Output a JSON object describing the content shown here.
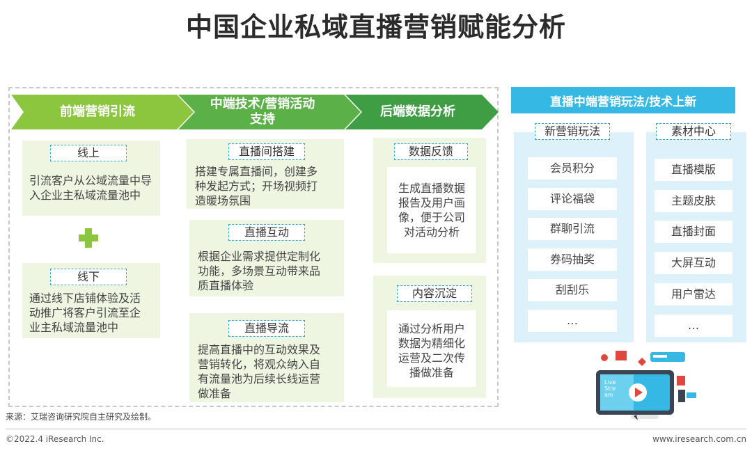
{
  "title": "中国企业私域直播营销赋能分析",
  "stages": {
    "front": "前端营销引流",
    "middle_line1": "中端技术/营销活动",
    "middle_line2": "支持",
    "back": "后端数据分析"
  },
  "front": {
    "online": {
      "tag": "线上",
      "desc_l1": "引流客户从公域流量中导",
      "desc_l2": "入企业主私域流量池中"
    },
    "offline": {
      "tag": "线下",
      "desc_l1": "通过线下店铺体验及活",
      "desc_l2": "动推广将客户引流至企",
      "desc_l3": "业主私域流量池中"
    }
  },
  "middle": {
    "build": {
      "tag": "直播间搭建",
      "l1": "搭建专属直播间，创建多",
      "l2": "种发起方式；开场视频打",
      "l3": "造暖场氛围"
    },
    "interact": {
      "tag": "直播互动",
      "l1": "根据企业需求提供定制化",
      "l2": "功能，多场景互动带来品",
      "l3": "质直播体验"
    },
    "guide": {
      "tag": "直播导流",
      "l1": "提高直播中的互动效果及",
      "l2": "营销转化，将观众纳入自",
      "l3": "有流量池为后续长线运营",
      "l4": "做准备"
    }
  },
  "back": {
    "feedback": {
      "tag": "数据反馈",
      "l1": "生成直播数据",
      "l2": "报告及用户画",
      "l3": "像，便于公司",
      "l4": "对活动分析"
    },
    "content": {
      "tag": "内容沉淀",
      "l1": "通过分析用户",
      "l2": "数据为精细化",
      "l3": "运营及二次传",
      "l4": "播做准备"
    }
  },
  "right": {
    "header": "直播中端营销玩法/技术上新",
    "col1": {
      "tag": "新营销玩法",
      "items": [
        "会员积分",
        "评论福袋",
        "群聊引流",
        "券码抽奖",
        "刮刮乐",
        "…"
      ]
    },
    "col2": {
      "tag": "素材中心",
      "items": [
        "直播模版",
        "主题皮肤",
        "直播封面",
        "大屏互动",
        "用户雷达",
        "…"
      ]
    }
  },
  "illustration": {
    "screen_text_l1": "Live",
    "screen_text_l2": "Stre",
    "screen_text_l3": "am"
  },
  "footer": {
    "source": "来源：艾瑞咨询研究院自主研究及绘制。",
    "copyright": "©2022.4 iResearch Inc.",
    "website": "www.iresearch.com.cn"
  },
  "colors": {
    "green_dark": "#4aa84a",
    "green_light": "#8cc63f",
    "blue": "#35b8e4",
    "light_green_bg": "#eef6e2",
    "light_blue_bg": "#dcf1fa"
  }
}
